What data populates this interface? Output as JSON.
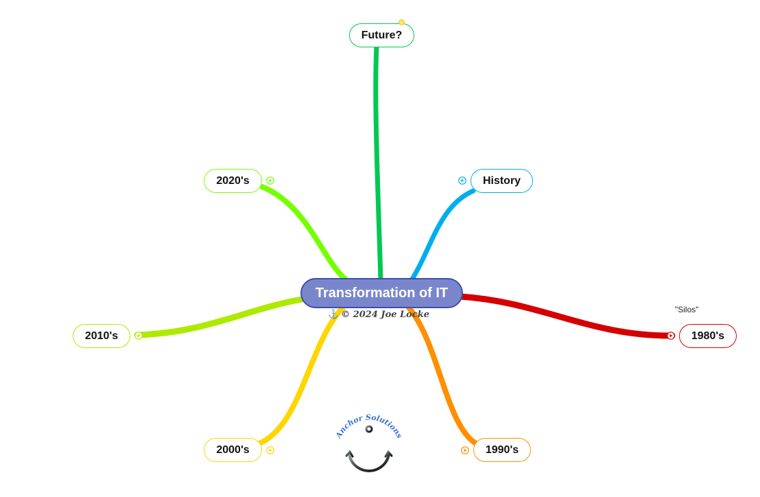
{
  "central_topic": "Transformation of IT",
  "copyright": "© 2024 Joe Locke",
  "branches": {
    "future": {
      "label": "Future?",
      "color": "#00c853"
    },
    "history": {
      "label": "History",
      "color": "#00aef0"
    },
    "y2020s": {
      "label": "2020's",
      "color": "#76ff03"
    },
    "y2010s": {
      "label": "2010's",
      "color": "#aeea00"
    },
    "y2000s": {
      "label": "2000's",
      "color": "#ffd600"
    },
    "y1990s": {
      "label": "1990's",
      "color": "#ff8f00"
    },
    "y1980s": {
      "label": "1980's",
      "color": "#d50000",
      "note": "\"Silos\""
    }
  },
  "logo": {
    "text": "Anchor Solutions",
    "icon": "anchor-icon"
  }
}
